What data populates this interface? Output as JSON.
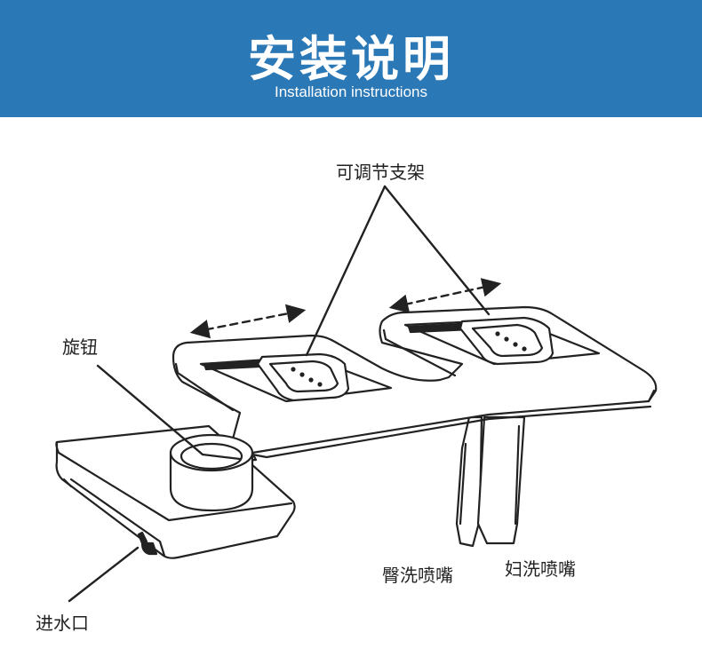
{
  "header": {
    "title": "安装说明",
    "subtitle": "Installation instructions"
  },
  "labels": {
    "adjustable_bracket": "可调节支架",
    "knob": "旋钮",
    "water_inlet": "进水口",
    "rear_wash_nozzle": "臀洗喷嘴",
    "feminine_wash_nozzle": "妇洗喷嘴"
  },
  "colors": {
    "banner": "#2b78b7",
    "line": "#222222"
  }
}
